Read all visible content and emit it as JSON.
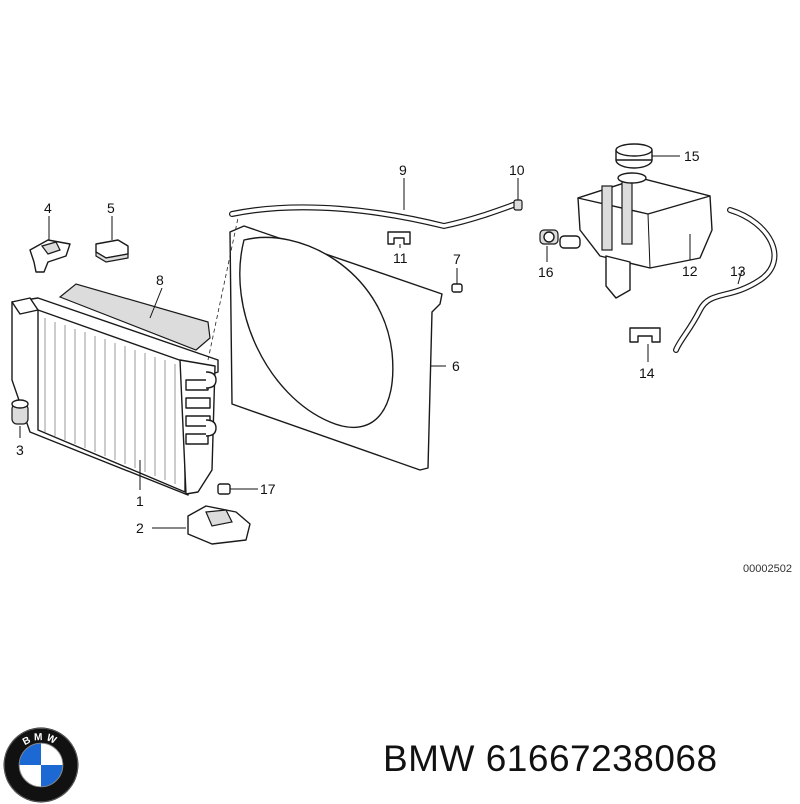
{
  "callouts": {
    "p1": "1",
    "p2": "2",
    "p3": "3",
    "p4": "4",
    "p5": "5",
    "p6": "6",
    "p7": "7",
    "p8": "8",
    "p9": "9",
    "p10": "10",
    "p11": "11",
    "p12": "12",
    "p13": "13",
    "p14": "14",
    "p15": "15",
    "p16": "16",
    "p17": "17"
  },
  "diagram_code": "00002502",
  "caption": {
    "brand": "BMW",
    "part_number": "61667238068",
    "full": "BMW 61667238068"
  },
  "logo": {
    "letters": "BMW",
    "colors": {
      "blue": "#1c69d4",
      "white": "#ffffff",
      "black": "#111111"
    }
  }
}
